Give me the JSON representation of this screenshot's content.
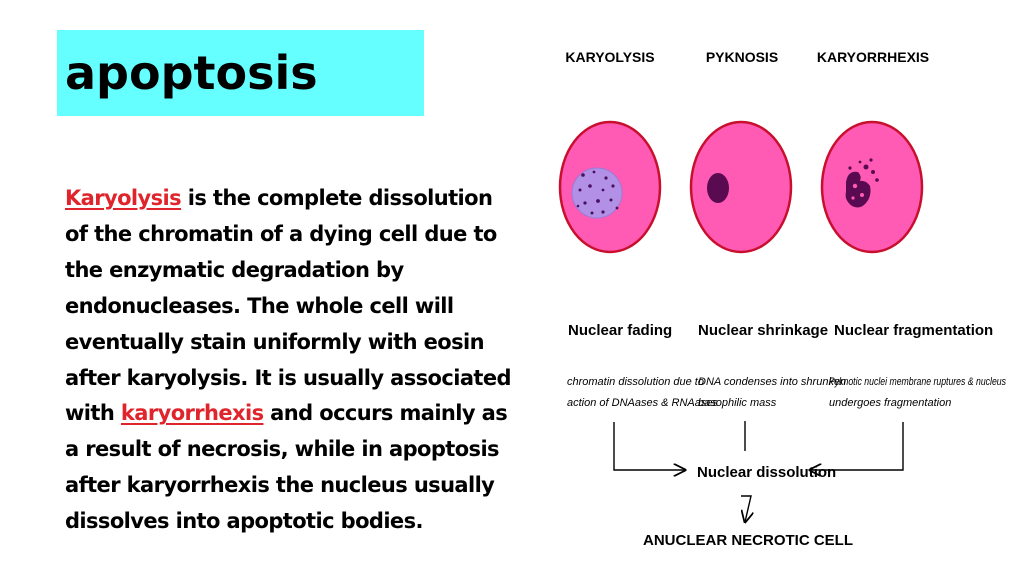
{
  "title": "apoptosis",
  "paragraph": {
    "term1": "Karyolysis",
    "lines": [
      " is the complete dissolution",
      "of the chromatin of a dying cell due to",
      "the enzymatic degradation by",
      "endonucleases. The whole cell will",
      "eventually stain uniformly with eosin",
      "after karyolysis. It is usually associated",
      "with "
    ],
    "term2": "karyorrhexis",
    "after_term2": " and occurs mainly as",
    "lines_end": [
      "a result of necrosis, while in apoptosis",
      "after karyorrhexis the nucleus usually",
      "dissolves into apoptotic bodies."
    ]
  },
  "diagram": {
    "stages": [
      {
        "name": "KARYOLYSIS",
        "process": "Nuclear fading",
        "note1": "chromatin dissolution due to",
        "note2": "action of DNAases & RNAases"
      },
      {
        "name": "PYKNOSIS",
        "process": "Nuclear shrinkage",
        "note1": "DNA condenses into shrunken",
        "note2": "basophilic mass"
      },
      {
        "name": "KARYORRHEXIS",
        "process": "Nuclear fragmentation",
        "note1": "Pyknotic nuclei membrane ruptures & nucleus",
        "note2": "undergoes fragmentation"
      }
    ],
    "dissolution": "Nuclear dissolution",
    "result": "ANUCLEAR NECROTIC CELL",
    "colors": {
      "cell_fill": "#ff5ab4",
      "cell_border": "#c8102e",
      "nucleus_faded": "#b290e6",
      "nucleus_dark": "#5a0a50",
      "title_bg": "#66ffff",
      "term_red": "#e0242c"
    }
  }
}
